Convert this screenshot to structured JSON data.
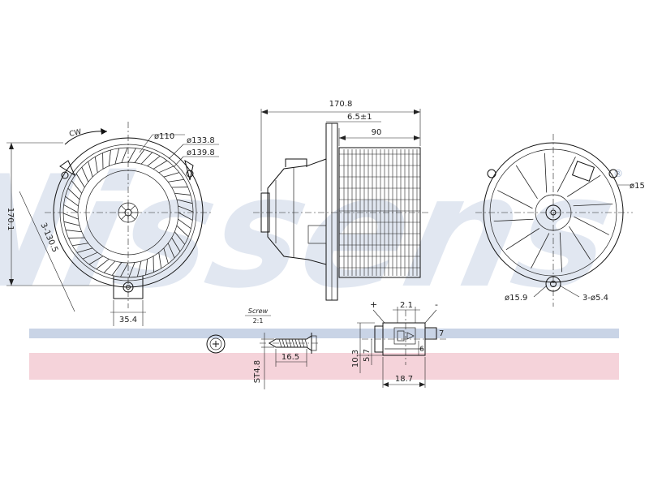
{
  "watermark": {
    "text": "Nissens",
    "blue": "#c9d4e6",
    "pink": "#f5d3da"
  },
  "front_view": {
    "rotation": "CW",
    "d_inner": "ø110",
    "d_mid": "ø133.8",
    "d_outer": "ø139.8",
    "height": "170.1",
    "bolt_circle": "3-130.5",
    "tab_width": "35.4"
  },
  "side_view": {
    "total_length": "170.8",
    "offset": "6.5±1",
    "wheel_length": "90"
  },
  "rear_view": {
    "d_right": "ø15",
    "d_boss": "ø15.9",
    "holes": "3-ø5.4"
  },
  "screw": {
    "title": "Screw",
    "qty": "2:1",
    "length": "16.5",
    "thread": "ST4.8"
  },
  "connector": {
    "plus": "+",
    "minus": "-",
    "pitch": "2.1",
    "width": "18.7",
    "h1": "10.3",
    "h2": "5.7",
    "pin_h": "7",
    "pin_w": "6"
  }
}
